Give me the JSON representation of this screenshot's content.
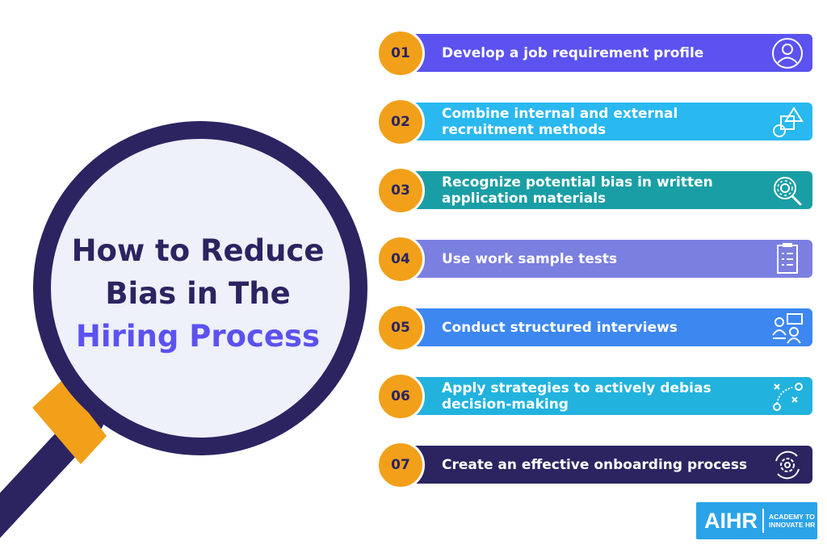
{
  "title": {
    "line1": "How to Reduce",
    "line2": "Bias in The",
    "line3": "Hiring Process"
  },
  "steps": [
    {
      "num": "01",
      "label": "Develop a job requirement profile",
      "color": "#5b52f0",
      "icon": "user-profile-icon"
    },
    {
      "num": "02",
      "label": "Combine internal and external recruitment methods",
      "color": "#29b8f0",
      "icon": "shapes-icon"
    },
    {
      "num": "03",
      "label": "Recognize potential bias in written application materials",
      "color": "#1a9ea5",
      "icon": "magnify-cog-icon"
    },
    {
      "num": "04",
      "label": "Use work sample tests",
      "color": "#7b7fdf",
      "icon": "checklist-icon"
    },
    {
      "num": "05",
      "label": "Conduct structured interviews",
      "color": "#3d87f0",
      "icon": "interview-icon"
    },
    {
      "num": "06",
      "label": "Apply strategies to actively debias decision-making",
      "color": "#21b3de",
      "icon": "strategy-icon"
    },
    {
      "num": "07",
      "label": "Create an effective onboarding process",
      "color": "#2b2461",
      "icon": "gear-cycle-icon"
    }
  ],
  "logo": {
    "mark": "AIHR",
    "tag1": "ACADEMY TO",
    "tag2": "INNOVATE HR",
    "color": "#2ba3e8"
  },
  "colors": {
    "badge": "#f2a019",
    "ring": "#2b2461",
    "lens": "#eef0fa",
    "highlight": "#5b52f0"
  }
}
